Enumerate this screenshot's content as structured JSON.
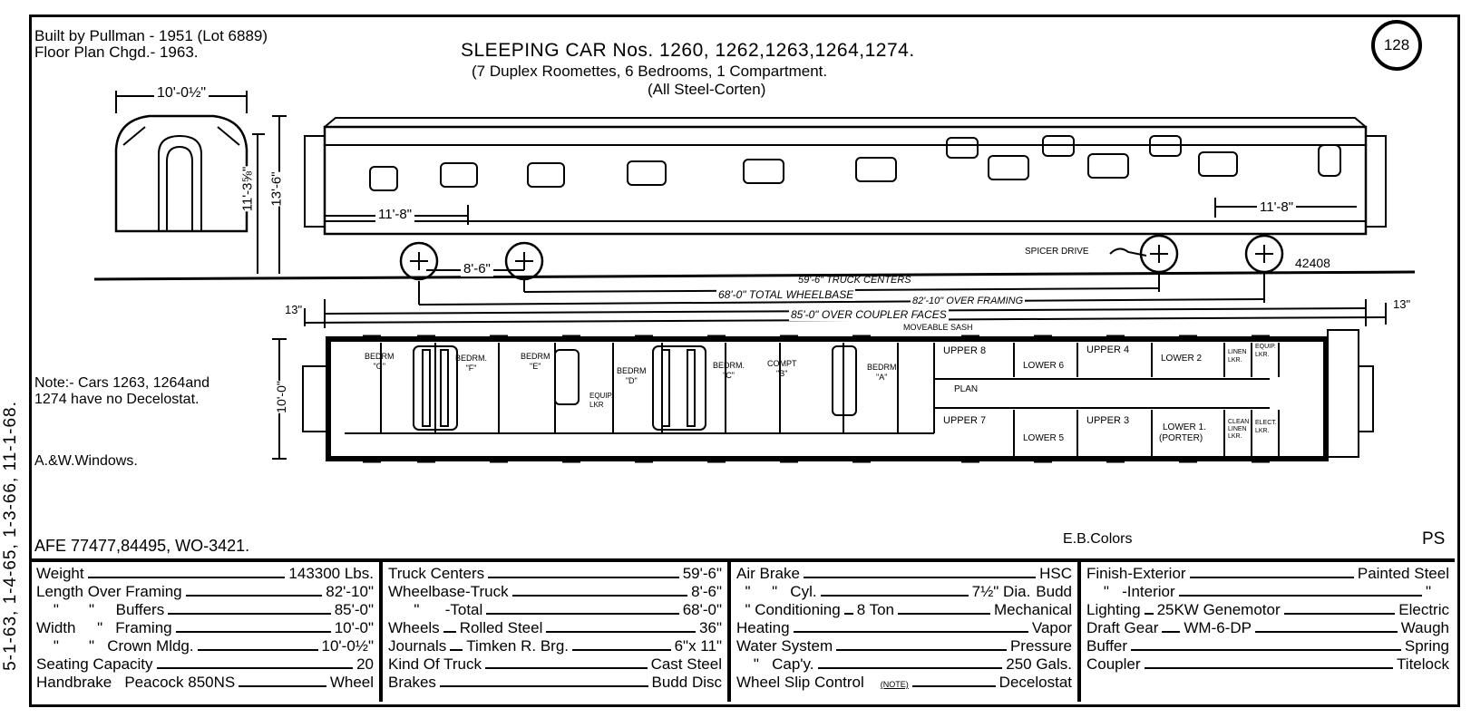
{
  "header": {
    "built": "Built by Pullman - 1951 (Lot 6889)",
    "floor_plan": "Floor Plan Chgd.- 1963.",
    "title": "SLEEPING CAR Nos. 1260,  1262,1263,1264,1274.",
    "subtitle": "(7 Duplex Roomettes, 6 Bedrooms, 1 Compartment.",
    "construction": "(All Steel-Corten)",
    "page_number": "128"
  },
  "side_margin": "5-1-63, 1-4-65, 1-3-66, 11-1-68.",
  "notes": {
    "decelostat_line1": "Note:- Cars 1263, 1264and",
    "decelostat_line2": "1274 have no Decelostat.",
    "windows": "A.&W.Windows.",
    "afe": "AFE 77477,84495, WO-3421.",
    "colors": "E.B.Colors",
    "ps": "PS"
  },
  "end_view": {
    "width_dim": "10'-0½\"",
    "height_inner": "11'-3⅝\"",
    "height_outer": "13'-6\""
  },
  "side_elevation": {
    "truck_offset_left": "11'-8\"",
    "truck_offset_right": "11'-8\"",
    "truck_wheelbase": "8'-6\"",
    "drive": "SPICER DRIVE",
    "drive_number": "42408"
  },
  "dimensions": {
    "truck_centers": "59'-6\" TRUCK CENTERS",
    "total_wheelbase": "68'-0\" TOTAL WHEELBASE",
    "over_framing": "82'-10\" OVER FRAMING",
    "over_couplers": "85'-0\" OVER COUPLER FACES",
    "end_left": "13\"",
    "end_right": "13\"",
    "moveable_sash": "MOVEABLE SASH",
    "plan_width": "10'-0\""
  },
  "plan": {
    "label": "PLAN",
    "bedrooms": [
      {
        "name": "BEDRM",
        "id": "\"G\""
      },
      {
        "name": "BEDRM.",
        "id": "\"F\""
      },
      {
        "name": "BEDRM",
        "id": "\"E\""
      },
      {
        "name": "BEDRM",
        "id": "\"D\""
      },
      {
        "name": "BEDRM.",
        "id": "\"C\""
      },
      {
        "name": "COMPT",
        "id": "\"B\""
      },
      {
        "name": "BEDRM",
        "id": "\"A\""
      }
    ],
    "equip_locker": "EQUIP. LKR",
    "roomettes_top": [
      "UPPER 8",
      "LOWER 6",
      "UPPER 4",
      "LOWER 2"
    ],
    "roomettes_bottom": [
      "UPPER 7",
      "LOWER 5",
      "UPPER 3",
      "LOWER 1.",
      "(PORTER)"
    ],
    "lockers_top": [
      "LINEN LKR.",
      "EQUIP. LKR."
    ],
    "lockers_bottom": [
      "CLEAN LINEN LKR.",
      "ELECT. LKR."
    ]
  },
  "specs": {
    "col1": [
      {
        "label": "Weight",
        "mid": "",
        "value": "143300 Lbs."
      },
      {
        "label": "Length Over Framing",
        "mid": "",
        "value": "82'-10\""
      },
      {
        "label": "    \"       \"     Buffers",
        "mid": "",
        "value": "85'-0\""
      },
      {
        "label": "Width     \"   Framing",
        "mid": "",
        "value": "10'-0\""
      },
      {
        "label": "    \"       \"   Crown Mldg.",
        "mid": "",
        "value": "10'-0½\""
      },
      {
        "label": "Seating Capacity",
        "mid": "",
        "value": "20"
      },
      {
        "label": "Handbrake   Peacock 850NS",
        "mid": "",
        "value": "Wheel"
      }
    ],
    "col2": [
      {
        "label": "Truck Centers",
        "mid": "",
        "value": "59'-6\""
      },
      {
        "label": "Wheelbase-Truck",
        "mid": "",
        "value": "8'-6\""
      },
      {
        "label": "      \"      -Total",
        "mid": "",
        "value": "68'-0\""
      },
      {
        "label": "Wheels",
        "mid": "Rolled Steel",
        "value": "36\""
      },
      {
        "label": "Journals",
        "mid": "Timken R. Brg.",
        "value": "6\"x 11\""
      },
      {
        "label": "Kind Of Truck",
        "mid": "",
        "value": "Cast Steel"
      },
      {
        "label": "Brakes",
        "mid": "",
        "value": "Budd Disc"
      }
    ],
    "col3": [
      {
        "label": "Air Brake",
        "mid": "",
        "value": "HSC"
      },
      {
        "label": "  \"     \"   Cyl.",
        "mid": "7½\" Dia.",
        "value": "Budd"
      },
      {
        "label": "  \" Conditioning",
        "mid": "8 Ton",
        "value": "Mechanical"
      },
      {
        "label": "Heating",
        "mid": "",
        "value": "Vapor"
      },
      {
        "label": "Water System",
        "mid": "",
        "value": "Pressure"
      },
      {
        "label": "    \"   Cap'y.",
        "mid": "",
        "value": "250 Gals."
      },
      {
        "label": "Wheel Slip Control",
        "mid": "(NOTE)",
        "value": "Decelostat"
      }
    ],
    "col4": [
      {
        "label": "Finish-Exterior",
        "mid": "",
        "value": "Painted Steel"
      },
      {
        "label": "    \"   -Interior",
        "mid": "",
        "value": "\""
      },
      {
        "label": "Lighting",
        "mid": "25KW Genemotor",
        "value": "Electric"
      },
      {
        "label": "Draft Gear",
        "mid": "WM-6-DP",
        "value": "Waugh"
      },
      {
        "label": "Buffer",
        "mid": "",
        "value": "Spring"
      },
      {
        "label": "Coupler",
        "mid": "",
        "value": "Titelock"
      }
    ]
  }
}
